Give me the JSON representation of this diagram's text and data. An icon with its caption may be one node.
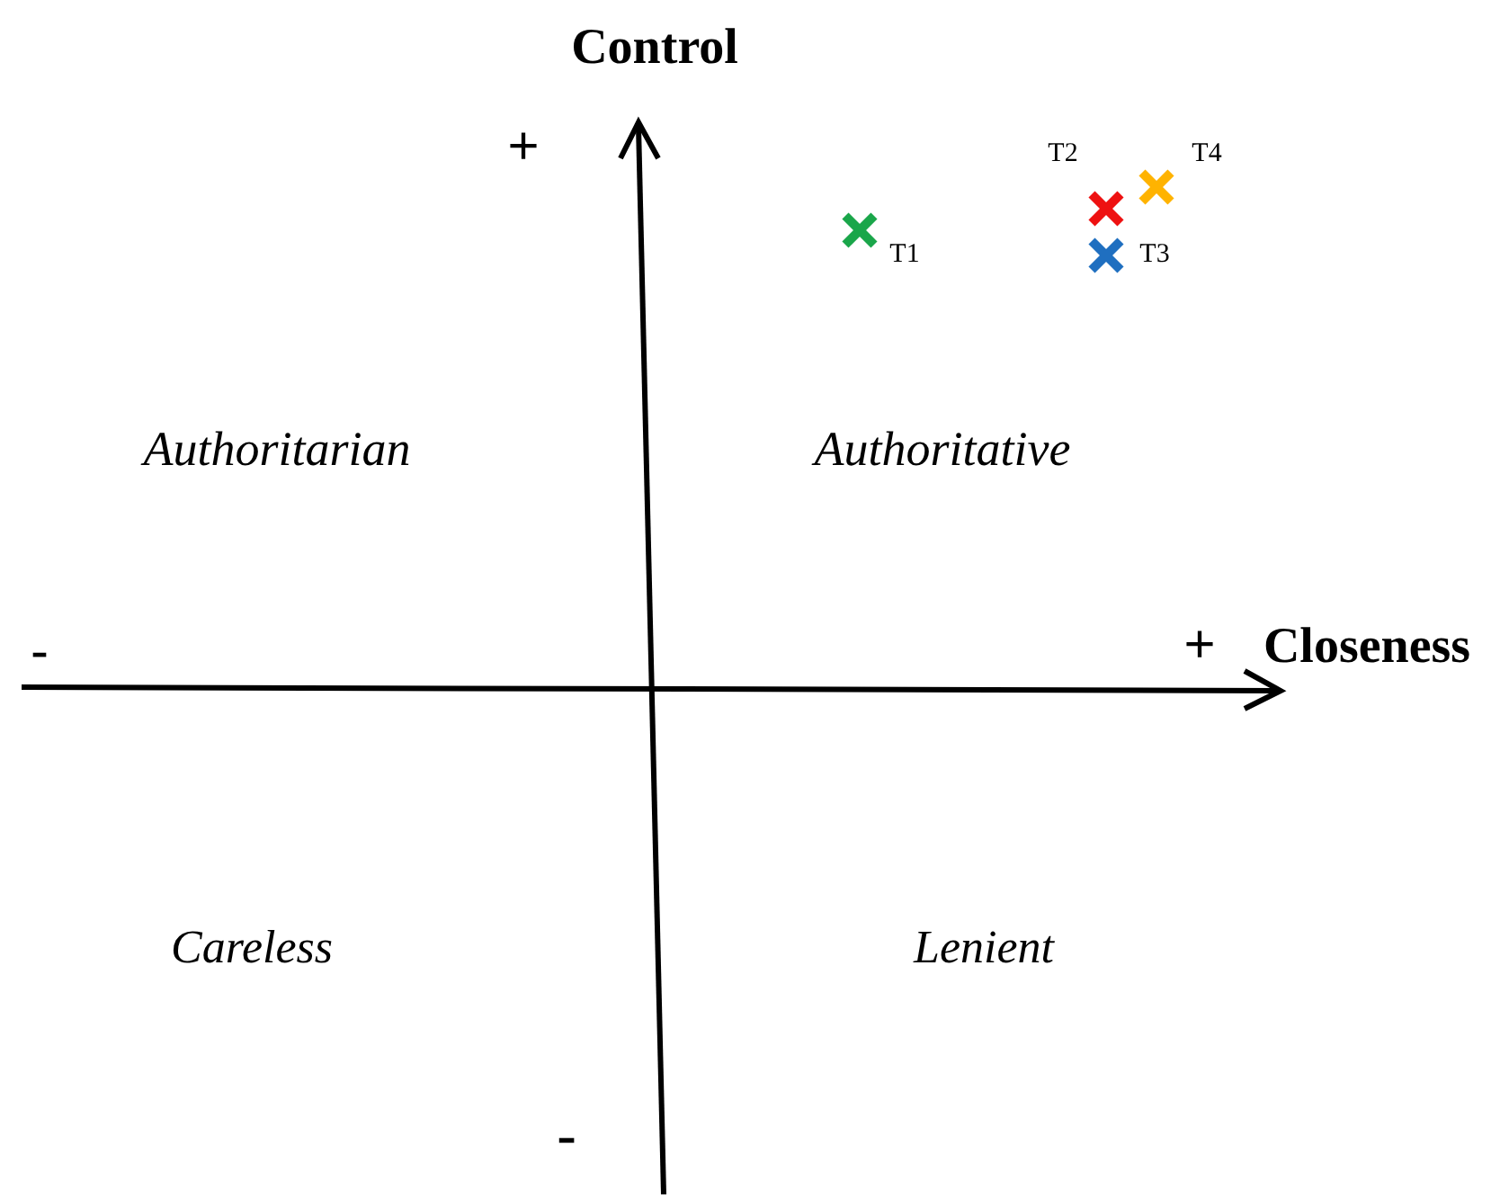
{
  "diagram": {
    "labels": [
      "Control",
      "+",
      "T2",
      "T4",
      "T1",
      "T3",
      "Authoritarian",
      "Authoritative",
      "-",
      "+",
      "Closeness",
      "Careless",
      "Lenient",
      "-"
    ]
  }
}
